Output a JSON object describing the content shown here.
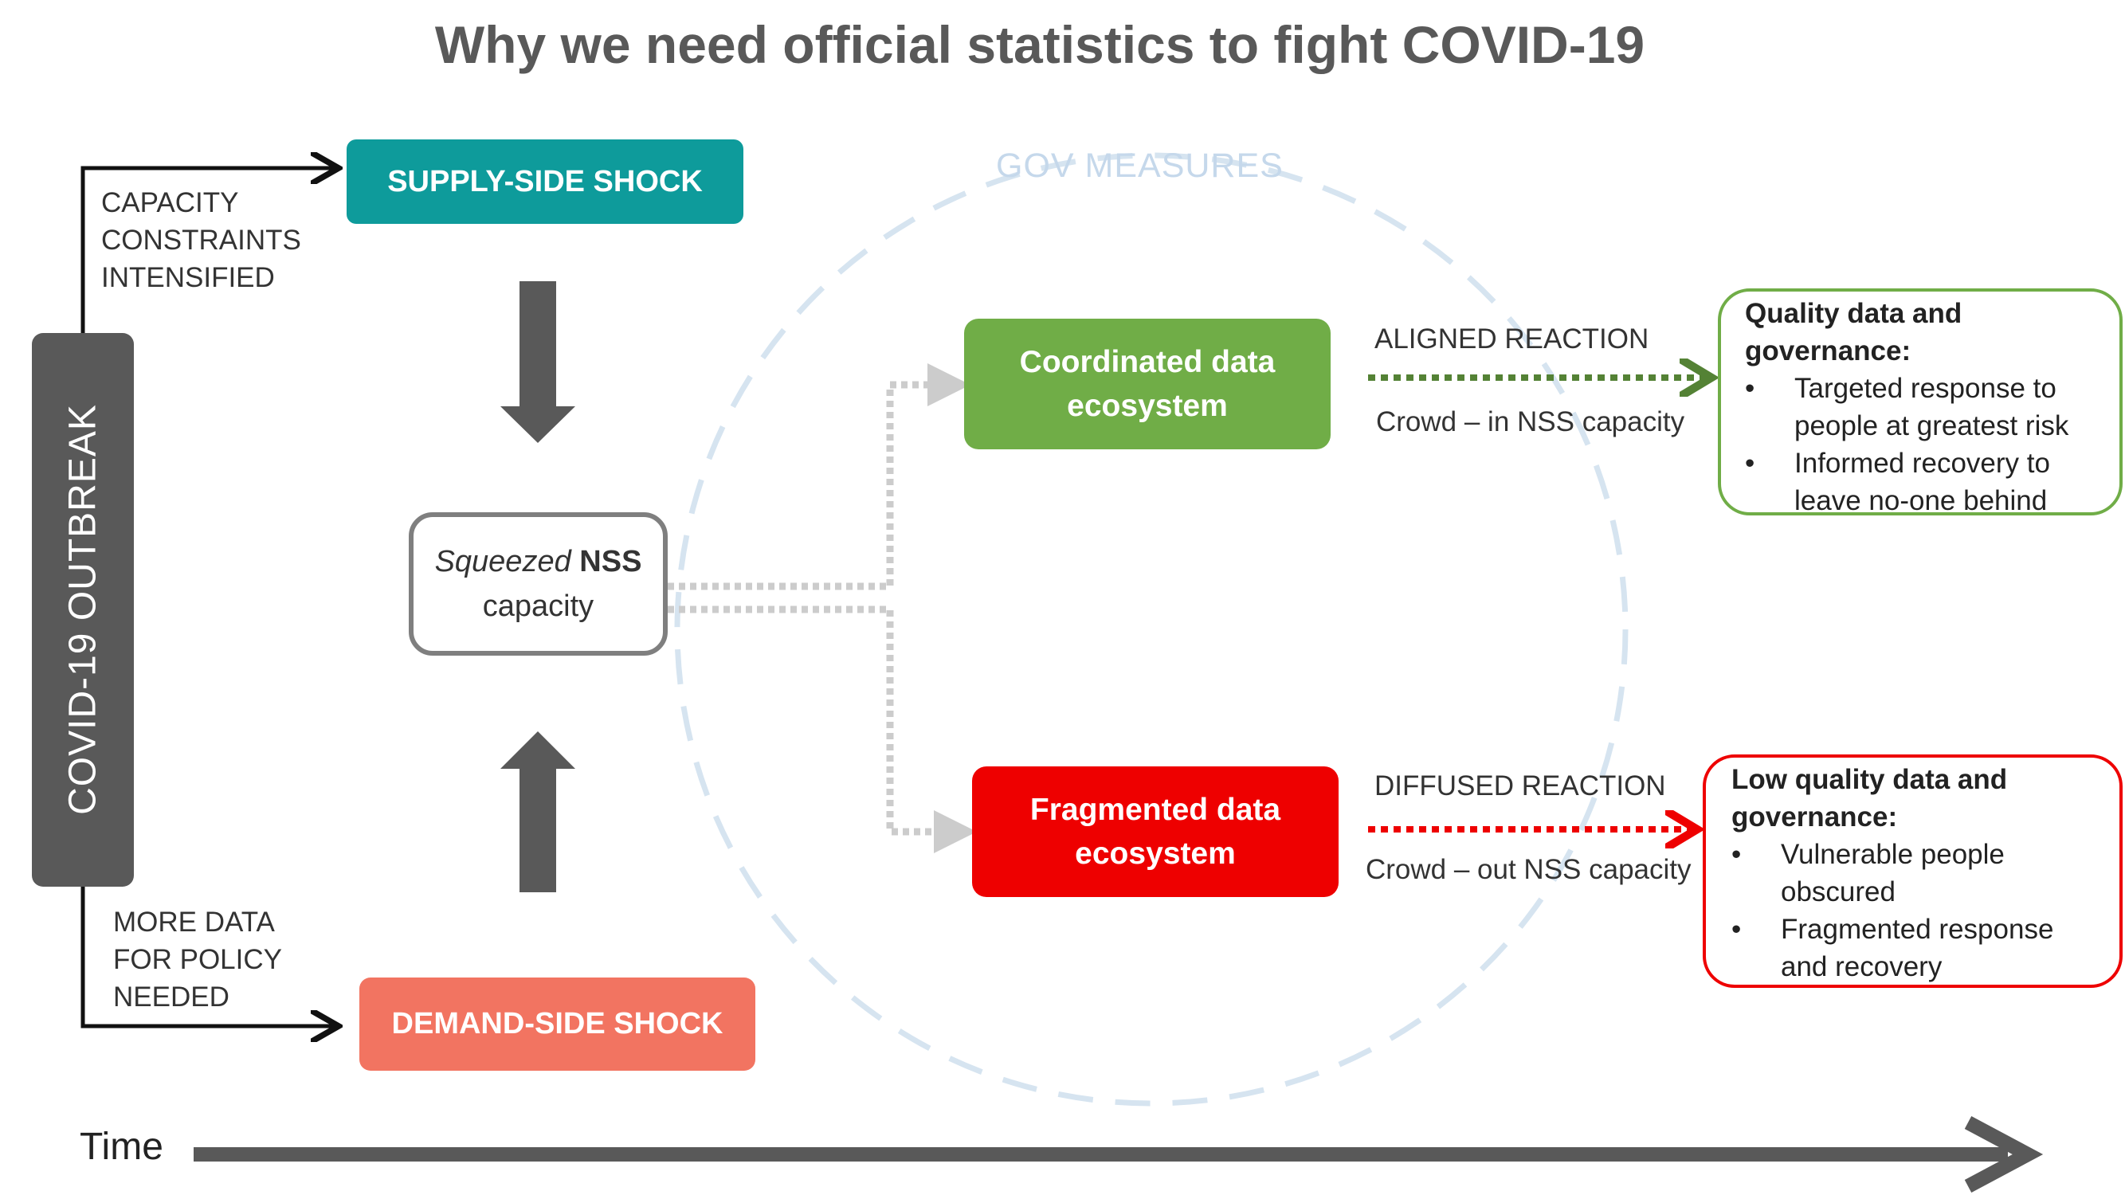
{
  "title": "Why we need official statistics to fight COVID-19",
  "outbreak_label": "COVID-19 OUTBREAK",
  "capacity_label": [
    "CAPACITY",
    "CONSTRAINTS",
    "INTENSIFIED"
  ],
  "demand_need_label": [
    "MORE DATA",
    "FOR POLICY",
    "NEEDED"
  ],
  "supply_shock": "SUPPLY-SIDE SHOCK",
  "demand_shock": "DEMAND-SIDE SHOCK",
  "nss": {
    "italic": "Squeezed",
    "bold": "NSS",
    "line2": "capacity"
  },
  "gov_measures": "GOV MEASURES",
  "coordinated": [
    "Coordinated data",
    "ecosystem"
  ],
  "fragmented": [
    "Fragmented data",
    "ecosystem"
  ],
  "aligned": {
    "reaction": "ALIGNED REACTION",
    "crowd": "Crowd – in NSS capacity"
  },
  "diffused": {
    "reaction": "DIFFUSED REACTION",
    "crowd": "Crowd – out NSS capacity"
  },
  "good_outcome": {
    "heading": [
      "Quality data and",
      "governance:"
    ],
    "bullets": [
      [
        "Targeted response to",
        "people at greatest risk"
      ],
      [
        "Informed recovery to",
        "leave no-one behind"
      ]
    ]
  },
  "bad_outcome": {
    "heading": [
      "Low quality data and",
      "governance:"
    ],
    "bullets": [
      [
        "Vulnerable people",
        "obscured"
      ],
      [
        "Fragmented response",
        "and recovery"
      ]
    ]
  },
  "time_label": "Time",
  "colors": {
    "teal": "#0e9b9b",
    "salmon": "#f27461",
    "green": "#70ad47",
    "red": "#ee0000",
    "dark_grey": "#595959",
    "light_blue": "#c5d8eb"
  }
}
